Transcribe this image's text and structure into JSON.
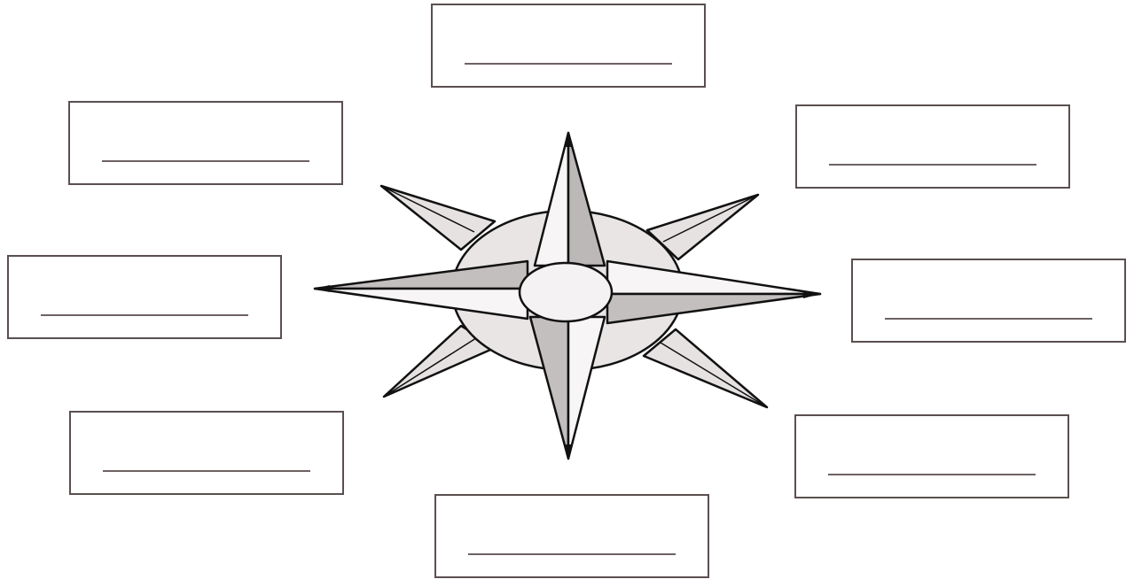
{
  "compass": {
    "direction_boxes": [
      {
        "id": "north",
        "label": ""
      },
      {
        "id": "northeast",
        "label": ""
      },
      {
        "id": "east",
        "label": ""
      },
      {
        "id": "southeast",
        "label": ""
      },
      {
        "id": "south",
        "label": ""
      },
      {
        "id": "southwest",
        "label": ""
      },
      {
        "id": "west",
        "label": ""
      },
      {
        "id": "northwest",
        "label": ""
      }
    ]
  }
}
